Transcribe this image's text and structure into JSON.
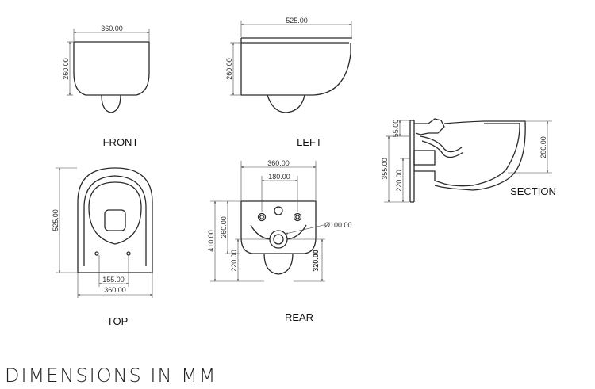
{
  "views": {
    "front": {
      "label": "FRONT",
      "width": "360.00",
      "height": "260.00"
    },
    "left": {
      "label": "LEFT",
      "width": "525.00",
      "height": "260.00"
    },
    "section": {
      "label": "SECTION",
      "dim_55": "55.00",
      "dim_355": "355.00",
      "dim_220": "220.00",
      "dim_260": "260.00"
    },
    "top": {
      "label": "TOP",
      "length": "525.00",
      "inner_width": "155.00",
      "width": "360.00"
    },
    "rear": {
      "label": "REAR",
      "width": "360.00",
      "bolt_spacing": "180.00",
      "outlet_diameter": "Ø100.00",
      "total_height": "410.00",
      "bowl_height": "260.00",
      "outlet_height": "220.00",
      "outlet_offset": "320.00"
    }
  },
  "footer": {
    "title": "DIMENSIONS IN MM"
  },
  "colors": {
    "line": "#2a2a2a",
    "dimension": "#444444",
    "background": "#ffffff"
  }
}
